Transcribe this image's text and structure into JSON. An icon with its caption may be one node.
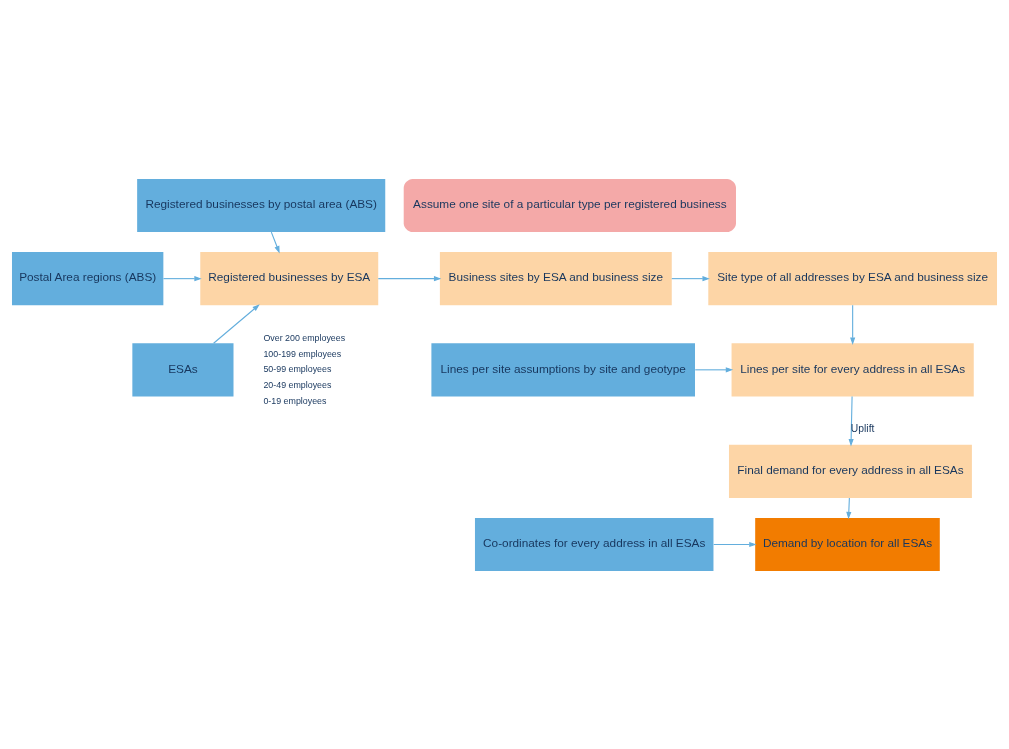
{
  "diagram": {
    "nodes": [
      {
        "text": [
          "Registered businesses by postal area (ABS)"
        ]
      },
      {
        "text": [
          "Assume one site of a particular type per registered business"
        ]
      },
      {
        "text": [
          "Postal Area regions (ABS)"
        ]
      },
      {
        "text": [
          "Registered businesses by ESA"
        ]
      },
      {
        "text": [
          "Business sites by ESA and business size"
        ]
      },
      {
        "text": [
          "Site type of all addresses by ESA and business size"
        ]
      },
      {
        "text": [
          "ESAs"
        ]
      },
      {
        "text": [
          "Lines per site assumptions by site and geotype"
        ]
      },
      {
        "text": [
          "Lines per site for every address in all ESAs"
        ]
      },
      {
        "text": [
          "Final demand for every address in all ESAs"
        ]
      },
      {
        "text": [
          "Co-ordinates for every address in all ESAs"
        ]
      },
      {
        "text": [
          "Demand by location for all ESAs"
        ]
      }
    ],
    "edges": [
      {
        "from": 0,
        "to": 3,
        "arrow": "to"
      },
      {
        "from": 2,
        "to": 3,
        "arrow": "to"
      },
      {
        "from": 6,
        "to": 3,
        "arrow": "to"
      },
      {
        "from": 3,
        "to": 4,
        "arrow": "to"
      },
      {
        "from": 4,
        "to": 5,
        "arrow": "to"
      },
      {
        "from": 5,
        "to": 8,
        "arrow": "to"
      },
      {
        "from": 7,
        "to": 8,
        "arrow": "to"
      },
      {
        "from": 8,
        "to": 9,
        "arrow": "to",
        "label": "Uplift"
      },
      {
        "from": 9,
        "to": 11,
        "arrow": "to"
      },
      {
        "from": 10,
        "to": 11,
        "arrow": "to"
      }
    ],
    "labels": [
      "Over 200 employees",
      "100-199 employees",
      "50-99 employees",
      "20-49 employees",
      "0-19 employees"
    ]
  }
}
